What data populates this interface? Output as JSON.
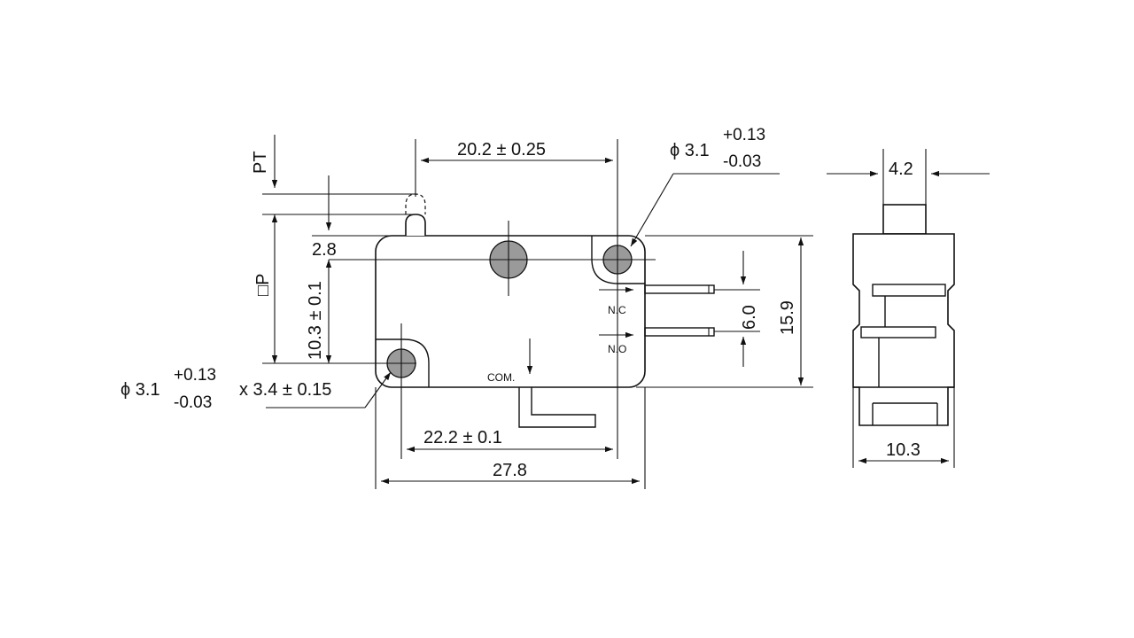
{
  "colors": {
    "ink": "#111111",
    "hole_fill": "#9a9a9a",
    "background": "#ffffff"
  },
  "labels": {
    "pt": "PT",
    "op": "□P",
    "top_width": "20.2 ± 0.25",
    "hole_top_phi": "ϕ 3.1",
    "hole_top_plus": "+0.13",
    "hole_top_minus": "-0.03",
    "dim_28": "2.8",
    "dim_103_01": "10.3 ± 0.1",
    "hole_bottom_phi": "ϕ 3.1",
    "hole_bottom_plus": "+0.13",
    "hole_bottom_minus": "-0.03",
    "hole_bottom_depth": "x 3.4 ± 0.15",
    "nc": "N.C",
    "no": "N.O",
    "com": "COM.",
    "dim_60": "6.0",
    "dim_159": "15.9",
    "dim_222": "22.2 ± 0.1",
    "dim_278": "27.8",
    "side_42": "4.2",
    "side_103": "10.3"
  }
}
